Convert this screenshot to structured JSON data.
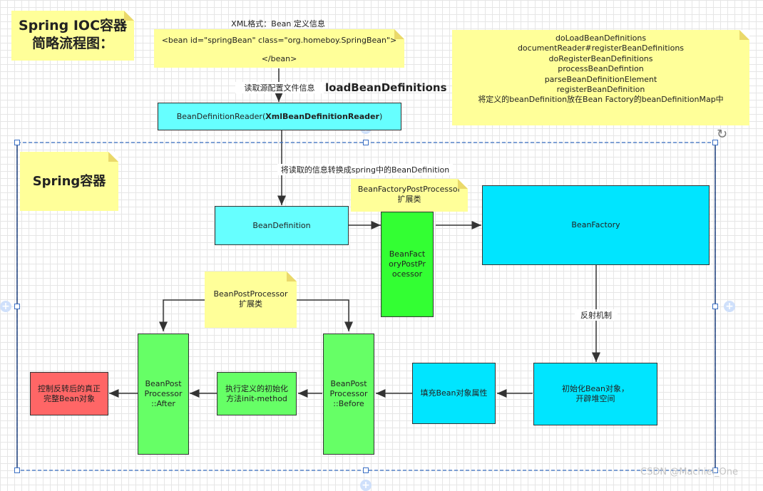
{
  "title_note": {
    "line1": "Spring IOC容器",
    "line2": "简略流程图："
  },
  "xml_note": {
    "header": "XML格式：Bean 定义信息",
    "line1": "<bean id=\"springBean\" class=\"org.homeboy.SpringBean\">",
    "line2": "</bean>"
  },
  "steps_note": {
    "lines": [
      "doLoadBeanDefinitions",
      "documentReader#registerBeanDefinitions",
      "doRegisterBeanDefinitions",
      "processBeanDefintion",
      "parseBeanDefinitionElement",
      "registerBeanDefinition",
      "将定义的beanDefinition放在Bean Factory的beanDefinitionMap中"
    ]
  },
  "labels": {
    "read_source": "读取源配置文件信息",
    "load_bd": "loadBeanDefinitions",
    "convert": "将读取的信息转换成spring中的BeanDefinition",
    "reflection": "反射机制"
  },
  "reader_box": {
    "prefix": "BeanDefinitionReader(",
    "bold": "XmlBeanDefinitionReader",
    "suffix": ")"
  },
  "container_note": "Spring容器",
  "bfpp_note": {
    "line1": "BeanFactoryPostProcessor",
    "line2": "扩展类"
  },
  "bpp_note": {
    "line1": "BeanPostProcessor",
    "line2": "扩展类"
  },
  "boxes": {
    "bean_definition": "BeanDefinition",
    "bfpp": [
      "BeanFact",
      "oryPostPr",
      "ocessor"
    ],
    "bean_factory": "BeanFactory",
    "init_bean": [
      "初始化Bean对象，",
      "开辟堆空间"
    ],
    "fill_props": "填充Bean对象属性",
    "bpp_before": [
      "BeanPost",
      "Processor",
      "::Before"
    ],
    "init_method": [
      "执行定义的初始化",
      "方法init-method"
    ],
    "bpp_after": [
      "BeanPost",
      "Processor",
      "::After"
    ],
    "final_bean": [
      "控制反转后的真正",
      "完整Bean对象"
    ]
  },
  "watermark": "CSDN @Machiel_One",
  "colors": {
    "note": "#ffff99",
    "cyan": "#66ffff",
    "cyan_dark": "#00e5ff",
    "green": "#66ff66",
    "green_bright": "#33ff33",
    "red": "#ff6666",
    "selection": "#3a6fc4"
  },
  "icons": [
    "rotate-icon",
    "add-connector-icon"
  ]
}
